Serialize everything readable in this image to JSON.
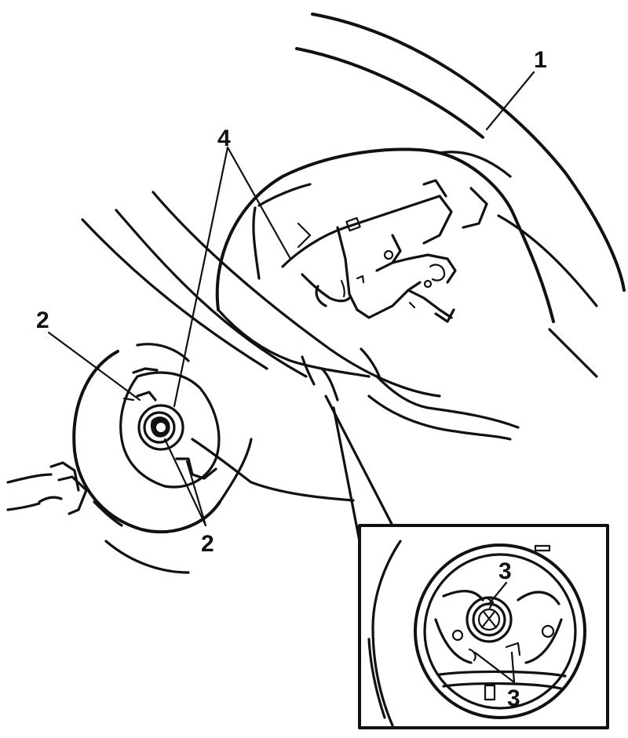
{
  "diagram": {
    "callouts": {
      "c1": "1",
      "c2_top": "2",
      "c2_bottom": "2",
      "c3_top": "3",
      "c3_bottom": "3",
      "c4": "4"
    }
  },
  "colors": {
    "line": "#111111",
    "background": "#ffffff"
  }
}
